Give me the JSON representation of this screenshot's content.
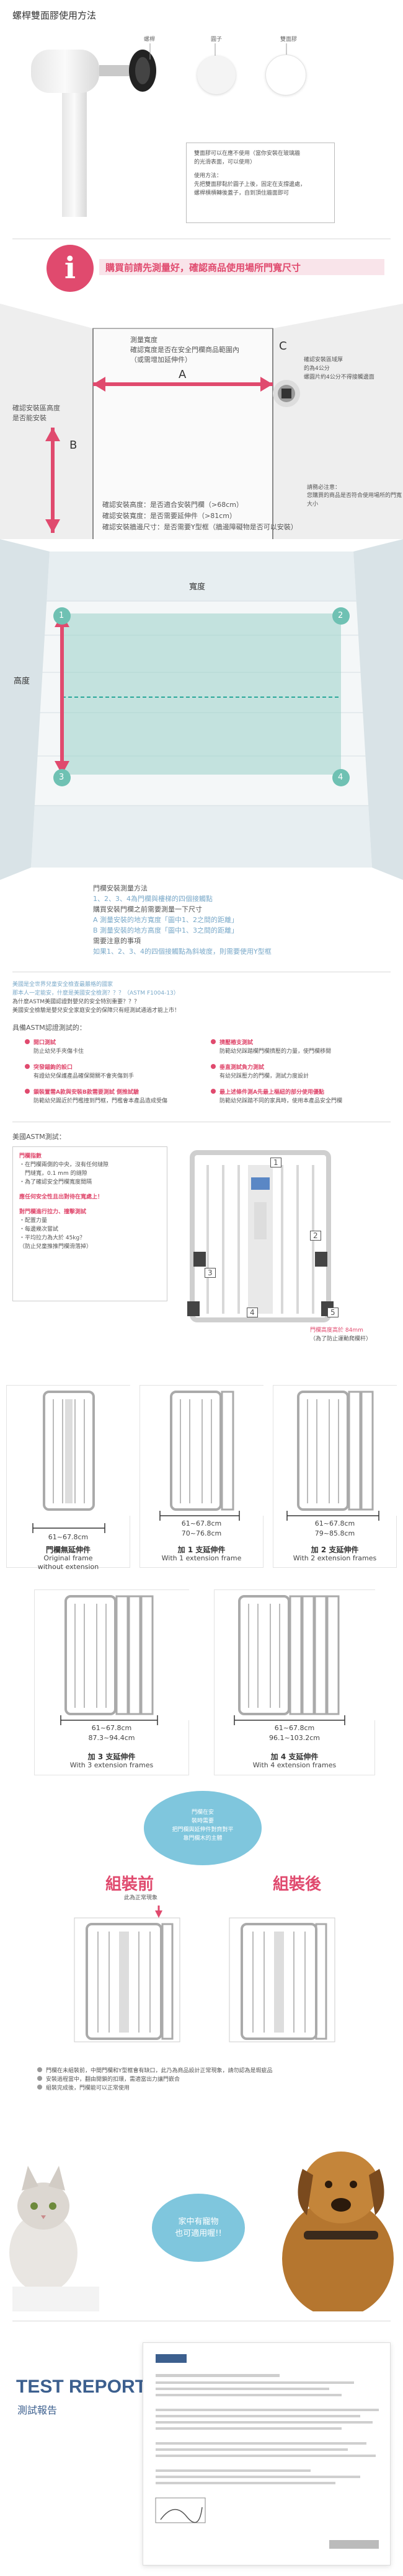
{
  "header": {
    "title": "螺桿雙面膠使用方法"
  },
  "section1": {
    "labels": {
      "bolt": "螺桿",
      "cap": "圓子",
      "tape": "雙面膠"
    },
    "note_box": {
      "line1": "雙面膠可以在應不使用（當你安裝在玻璃牆",
      "line2": "的光滑表面，可以使用）",
      "line3": "使用方法：",
      "line4": "先把雙面膠黏於圓子上後，固定在支撐邊處，",
      "line5": "螺桿槓槓轉後蓋子，自到頂住牆面即可"
    }
  },
  "measure": {
    "banner": "購買前請先測量好，確認商品使用場所門寬尺寸",
    "label_a_1": "測量寬度",
    "label_a_2": "確認寬度是否在安全門欄商品範圍內",
    "label_a_3": "（或需增加延伸件）",
    "letter_a": "A",
    "letter_b": "B",
    "letter_c": "C",
    "label_b_1": "確認安裝區高度",
    "label_b_2": "是否能安裝",
    "label_c_1": "確認安裝區域厚",
    "label_c_2": "的為4公分",
    "label_c_3": "螺圓片約4公分不得接觸邊面",
    "note_1": "請務必注意：",
    "note_2": "您購買的商品是否符合使用場所的門寬大小",
    "req1": "確認安裝高度：是否適合安裝門欄（>68cm）",
    "req2": "確認安裝寬度：是否需要延伸件（>81cm）",
    "req3": "確認安裝牆邊尺寸：是否需要Y型框（牆邊障礙物是否可以安裝）"
  },
  "stairs": {
    "width_label": "寬度",
    "height_label": "高度",
    "n1": "1",
    "n2": "2",
    "n3": "3",
    "n4": "4",
    "t1": "門欄安裝測量方法",
    "t2": "1、2、3、4為門欄與樓梯的四個接觸點",
    "t3": "購買安裝門欄之前需要測量一下尺寸",
    "t4": "A 測量安裝的地方寬度「圖中1、2之間的距離」",
    "t5": "B 測量安裝的地方高度「圖中1、3之間的距離」",
    "t6": "需要注意的事項",
    "t7": "如果1、2、3、4的四個接觸點為斜坡度，則需要使用Y型框"
  },
  "safety": {
    "intro1": "美國是全世界兒童安全檢查最嚴格的國家",
    "intro2": "那本人一定能安，什麼是美國安全檢測？？？（ASTM F1004-13）",
    "intro3": "為什麼ASTM美國認證對嬰兒的安全特別重要？？？",
    "intro4": "美國安全檢驗是嬰兒安全家庭安全的保障只有經測試通過才能上市！",
    "subtitle": "具備ASTM認證測試的：",
    "left": [
      {
        "title": "開口測試",
        "desc": "防止幼兒手夾傷卡住"
      },
      {
        "title": "突發錨鉤的設口",
        "desc": "有證幼兒保護產品確保開關不會夾傷到手"
      },
      {
        "title": "鎖裝置需A款與安裝B款需要測試 側推試驗",
        "desc": "防範幼兒踢近於門檻撞到門框，門檻會本產品造成受傷"
      }
    ],
    "right": [
      {
        "title": "擠壓樁支測試",
        "desc": "防範幼兒踩踏欄門欄擠壓的力量，使門欄移開"
      },
      {
        "title": "垂直測試負力測試",
        "desc": "有幼兒踩壓力的門欄，測試力度設計"
      },
      {
        "title": "最上述條件測A先最上樞紐的部分使用優點",
        "desc": "防範幼兒踩踏不同的家具時，使用本產品安全門欄"
      }
    ]
  },
  "astm": {
    "label": "美國ASTM測試：",
    "box_title": "門欄指數",
    "l1": "・在門欄兩側的中央，沒有任何縫隙",
    "l2": "　門縫寬，0.1 mm 的縫隙",
    "l3": "・為了確認安全門欄寬度間隔",
    "highlight": "應任何安全性且出對待在寬處上！",
    "check": "對門欄進行拉力、撞擊測試",
    "c1": "・配置力量",
    "c2": "・每邊幾次嘗試",
    "c3": "・平均拉力為大於 45kg？",
    "c4": "（防止兒童推推門欄滑落掉）",
    "n1": "1",
    "n2": "2",
    "n3": "3",
    "n4": "4",
    "n5": "5",
    "height_note": "門欄高度高於 84mm",
    "height_note2": "（為了防止運動爬欄杆）"
  },
  "frames": {
    "f1": {
      "dim": "61~67.8cm",
      "cn": "門欄無延伸件",
      "en1": "Original frame",
      "en2": "without extension"
    },
    "f2": {
      "dim1": "61~67.8cm",
      "dim2": "70~76.8cm",
      "cn": "加 1 支延伸件",
      "en": "With 1 extension frame"
    },
    "f3": {
      "dim1": "61~67.8cm",
      "dim2": "79~85.8cm",
      "cn": "加 2 支延伸件",
      "en": "With 2 extension frames"
    },
    "f4": {
      "dim1": "61~67.8cm",
      "dim2": "87.3~94.4cm",
      "cn": "加 3 支延伸件",
      "en": "With 3 extension frames"
    },
    "f5": {
      "dim1": "61~67.8cm",
      "dim2": "96.1~103.2cm",
      "cn": "加 4 支延伸件",
      "en": "With 4 extension frames"
    }
  },
  "assembly": {
    "bubble1": "門欄在安",
    "bubble2": "裝時需要",
    "bubble3": "把門欄與延伸件對齊對平",
    "bubble4": "靠門欄木的主體",
    "before": "組裝前",
    "before_sub": "此為正常現象",
    "after": "組裝後",
    "b1": "門欄在未組裝前，中間門欄和Y型框會有缺口，此乃為商品設計正常現象，請勿認為是瑕疵品",
    "b2": "安裝過程當中，翻由開鎖的扣環，需適當出力讓門嵌合",
    "b3": "組裝完成後，門欄能可以正常使用"
  },
  "pets": {
    "bubble1": "家中有寵物",
    "bubble2": "也可適用喔!!"
  },
  "report": {
    "title": "TEST REPORT",
    "subtitle": "測試報告"
  }
}
